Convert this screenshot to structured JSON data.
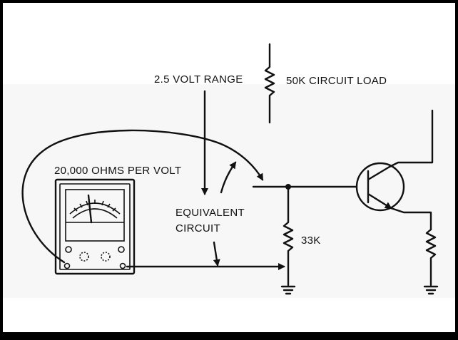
{
  "labels": {
    "voltage_range": "2.5 VOLT RANGE",
    "circuit_load": "50K CIRCUIT LOAD",
    "meter_sensitivity": "20,000 OHMS PER VOLT",
    "equivalent_line1": "EQUIVALENT",
    "equivalent_line2": "CIRCUIT",
    "bias_resistor": "33K"
  }
}
